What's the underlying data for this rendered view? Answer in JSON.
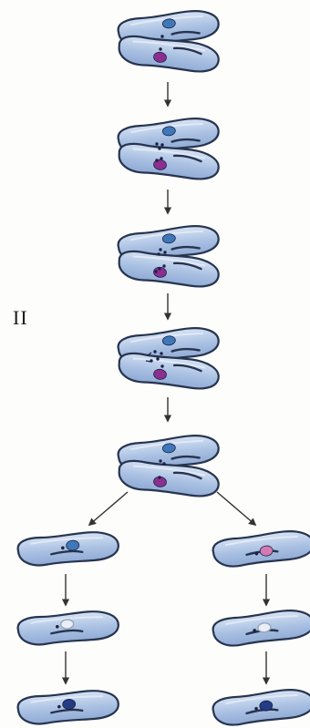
{
  "figure": {
    "stage_label": "II",
    "colors": {
      "background": "#fdfdfb",
      "cell_fill": "#a9c0e2",
      "cell_light": "#d6e3f4",
      "cell_outline": "#27344f",
      "nucleus_blue": "#3e78b9",
      "nucleus_purple": "#8a2f8f",
      "nucleus_navy": "#243b86",
      "arrow": "#333333"
    },
    "conjugating_pairs": [
      {
        "step": 1,
        "upper_nucleus": "blue-macronucleus",
        "lower_nucleus": "purple-macronucleus",
        "micronuclei": "single"
      },
      {
        "step": 2,
        "upper_nucleus": "blue-macronucleus",
        "lower_nucleus": "purple-macronucleus",
        "micronuclei": "dividing"
      },
      {
        "step": 3,
        "upper_nucleus": "blue-macronucleus",
        "lower_nucleus": "purple-macronucleus",
        "micronuclei": "scattered"
      },
      {
        "step": 4,
        "upper_nucleus": "blue-macronucleus",
        "lower_nucleus": "purple-macronucleus",
        "micronuclei": "exchanging"
      },
      {
        "step": 5,
        "upper_nucleus": "blue-macronucleus",
        "lower_nucleus": "purple-macronucleus",
        "micronuclei": "fused"
      }
    ],
    "exconjugants": [
      {
        "side": "left",
        "stages": [
          "blue-nucleus",
          "pale-outline-nucleus",
          "navy-nucleus"
        ]
      },
      {
        "side": "right",
        "stages": [
          "pink-nucleus",
          "pale-outline-nucleus",
          "navy-nucleus"
        ]
      }
    ]
  }
}
